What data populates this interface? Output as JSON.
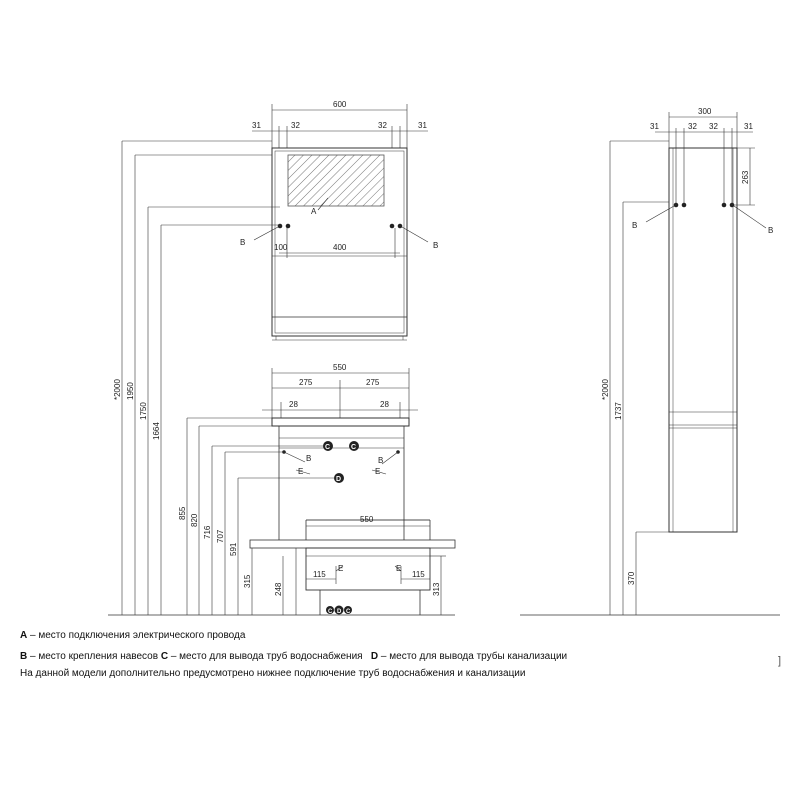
{
  "dims": {
    "mirror_width": "600",
    "mirror_left_31": "31",
    "mirror_left_32": "32",
    "mirror_right_32": "32",
    "mirror_right_31": "31",
    "mirror_100": "100",
    "mirror_400": "400",
    "sink_550": "550",
    "sink_275_left": "275",
    "sink_275_right": "275",
    "sink_28_left": "28",
    "sink_28_right": "28",
    "drawer_550": "550",
    "drawer_115_left": "115",
    "drawer_115_right": "115",
    "h_2000": "*2000",
    "h_1950": "1950",
    "h_1750": "1750",
    "h_1664": "1664",
    "h_855": "855",
    "h_820": "820",
    "h_716": "716",
    "h_707": "707",
    "h_591": "591",
    "h_315": "315",
    "h_248": "248",
    "h_313": "313",
    "col_300": "300",
    "col_31_left": "31",
    "col_32_left": "32",
    "col_32_right": "32",
    "col_31_right": "31",
    "col_263": "263",
    "col_2000": "*2000",
    "col_1737": "1737",
    "col_370": "370"
  },
  "markers": {
    "A": "A",
    "B": "B",
    "C": "C",
    "D": "D",
    "E": "E"
  },
  "legend": {
    "a_key": "A",
    "a_text": " – место подключения электрического провода",
    "b_key": "B",
    "b_text": " – место крепления навесов ",
    "c_key": "C",
    "c_text": " – место для вывода труб водоснабжения   ",
    "d_key": "D",
    "d_text": " – место для вывода трубы канализации",
    "note": "На данной модели дополнительно предусмотрено нижнее подключение труб водоснабжения и канализации",
    "bracket": "]"
  }
}
